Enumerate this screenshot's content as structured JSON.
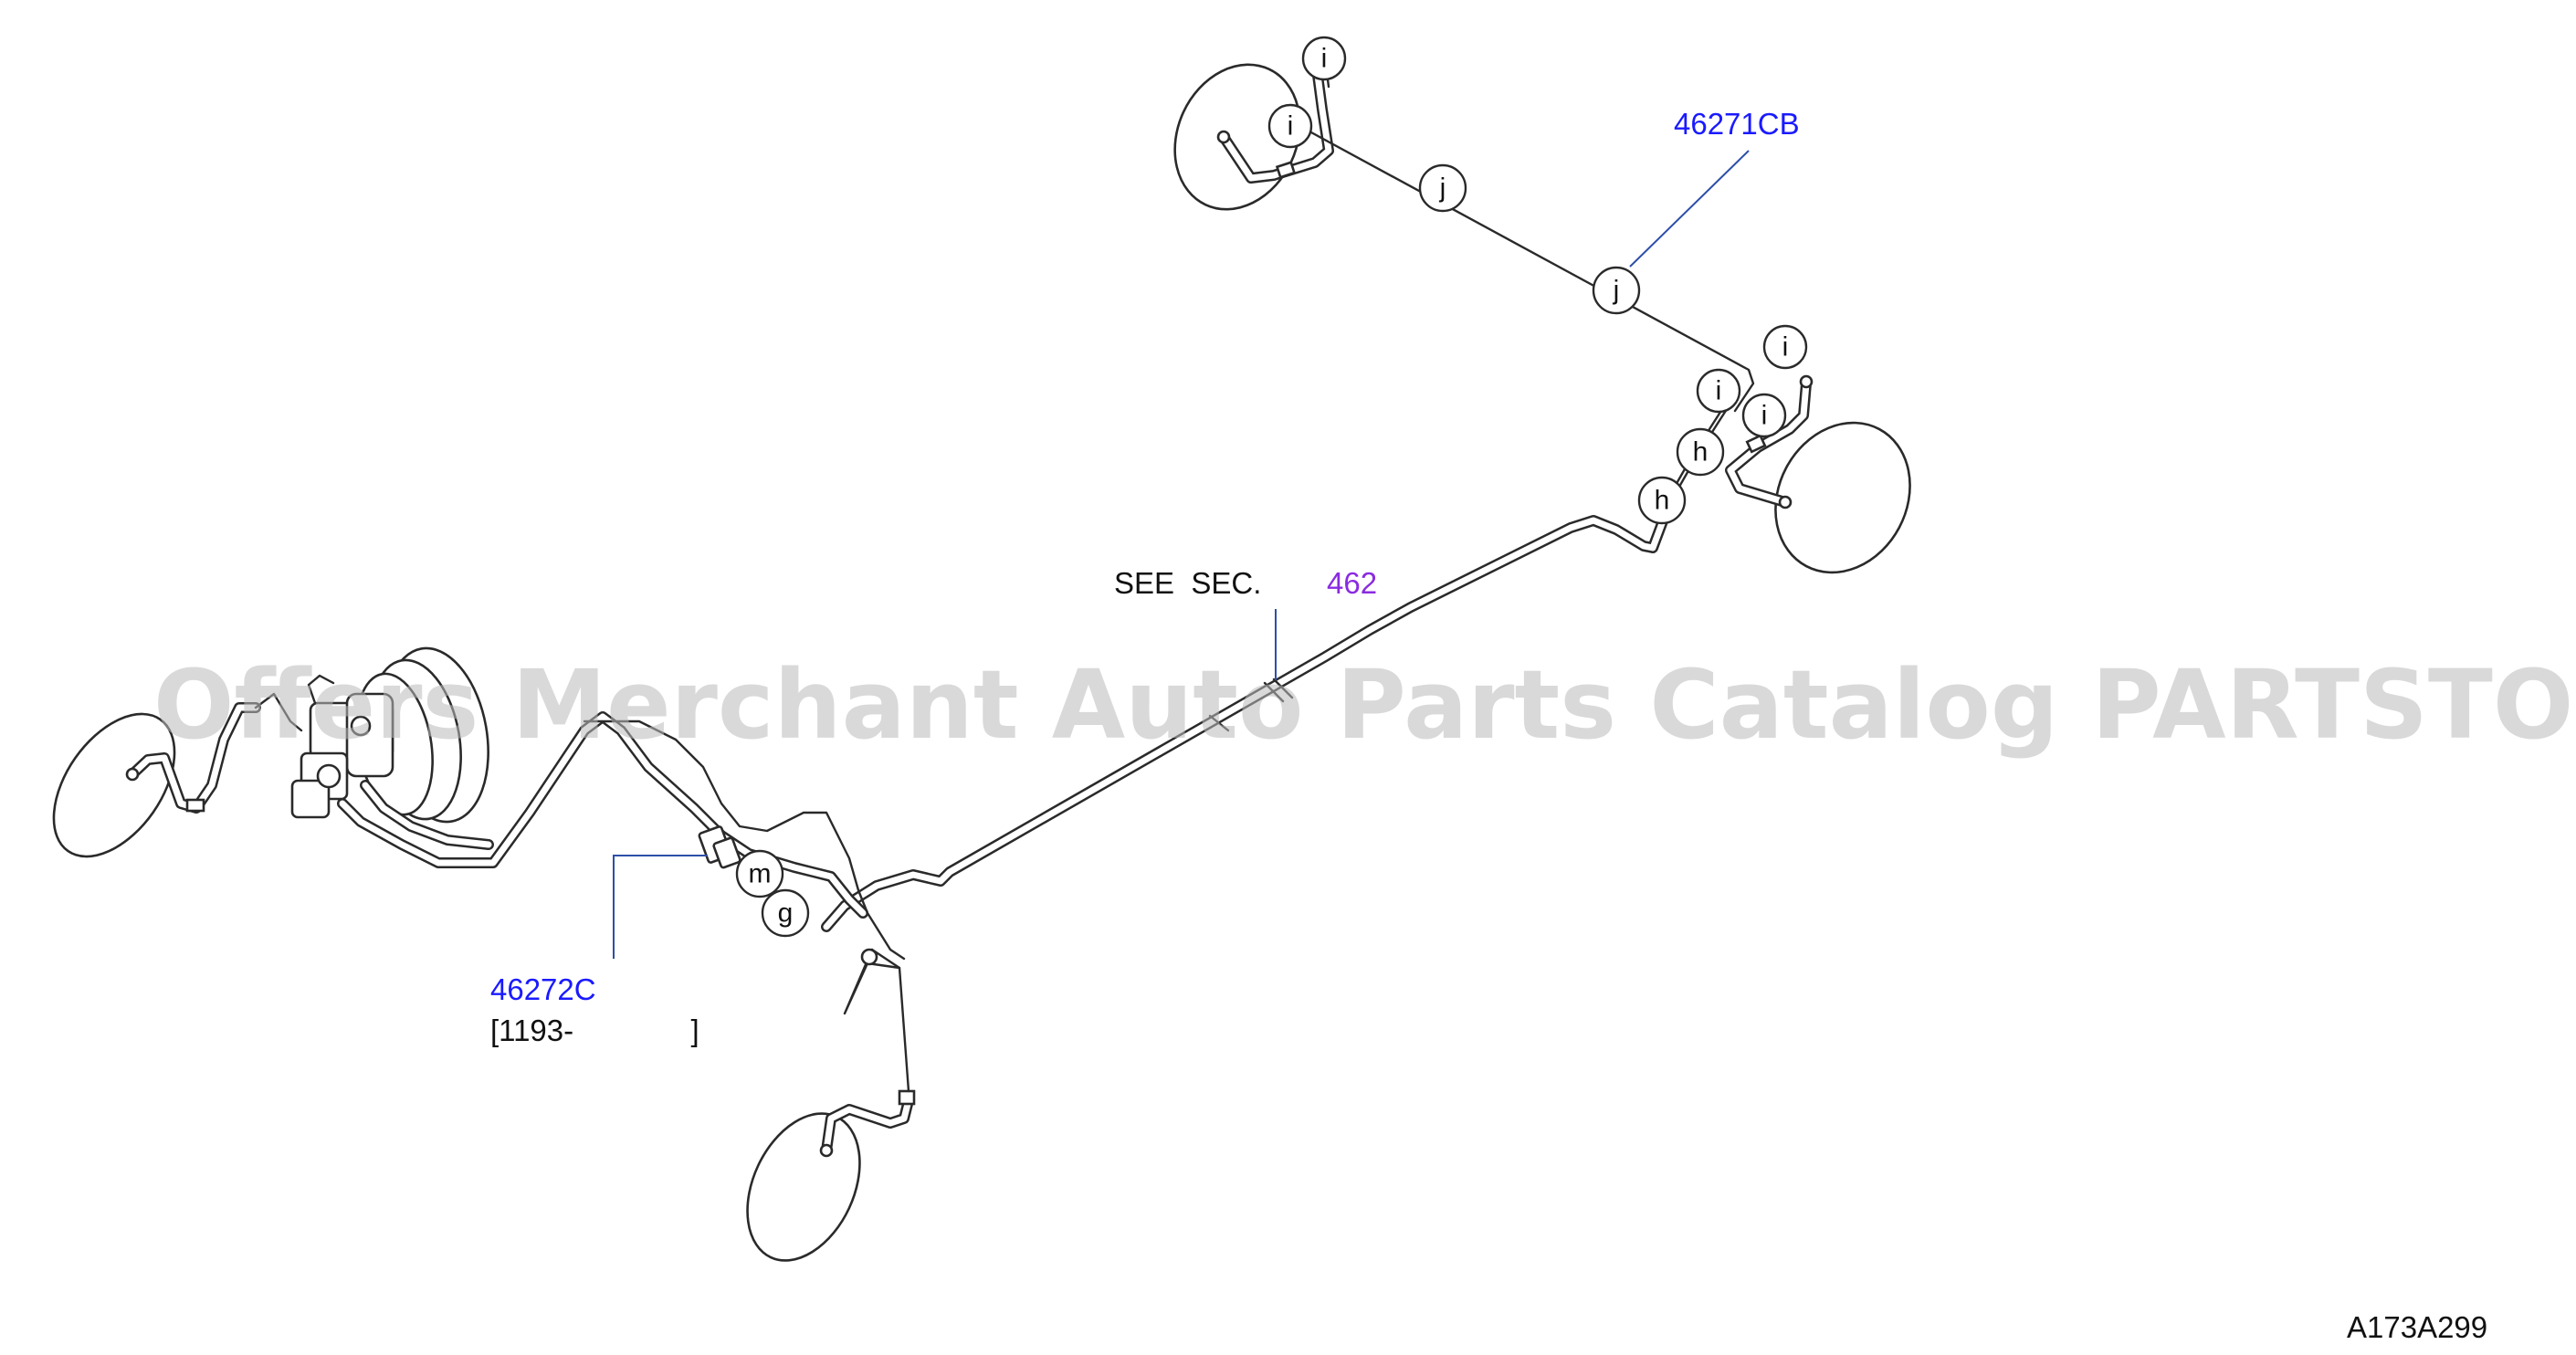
{
  "colors": {
    "part_link": "#1a1aff",
    "section_link": "#8a2be2",
    "text": "#111111",
    "linework": "#2a2a2a",
    "watermark": "#b9b9b9"
  },
  "labels": {
    "part_46271cb": "46271CB",
    "part_46272c": "46272C",
    "part_46272c_range": "[1193-              ]",
    "see_sec_prefix": "SEE  SEC.",
    "see_sec_number": "462",
    "figure_code": "A173A299",
    "watermark": "Offers Merchant Auto Parts Catalog PARTSTORE.SA"
  },
  "callouts": {
    "c1": "i",
    "c2": "i",
    "c3": "j",
    "c4": "j",
    "c5": "i",
    "c6": "i",
    "c7": "i",
    "c8": "h",
    "c9": "h",
    "c10": "m",
    "c11": "g"
  }
}
